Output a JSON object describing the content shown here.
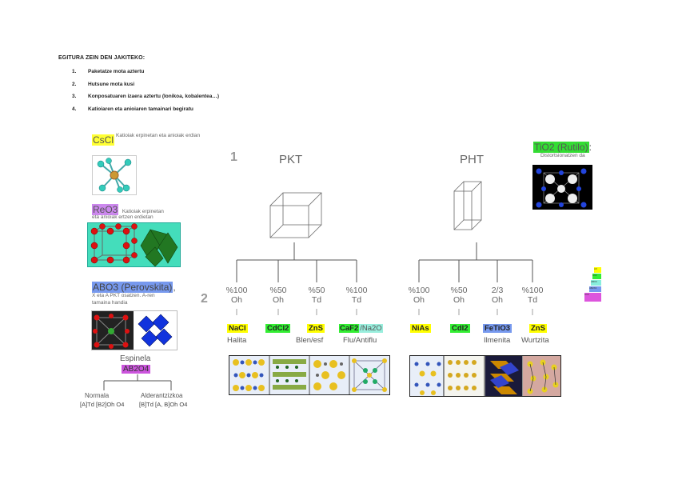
{
  "intro": {
    "title": "EGITURA ZEIN DEN JAKITEKO:",
    "steps": [
      {
        "num": "1.",
        "text": "Paketatze mota aztertu"
      },
      {
        "num": "2.",
        "text": "Hutsune mota kusi"
      },
      {
        "num": "3.",
        "text": "Konposatuaren izaera aztertu (Ionikoa, kobalentea…)"
      },
      {
        "num": "4.",
        "text": "Katioiaren eta anioiaren tamainari begiratu"
      }
    ]
  },
  "left": {
    "cscl": {
      "name": "CsCl",
      "desc": "Katioiak erpinetan eta anioiak erdian",
      "color": "#ffff33"
    },
    "reo3": {
      "name": "ReO3",
      "desc1": "Katioiak erpinetan",
      "desc2": "eta anioiak ertzen erdietan",
      "color": "#cc88ee"
    },
    "abo3": {
      "name": "ABO3 (Perovskita)",
      "desc1": "X eta A PKT osatzen. A-ren",
      "desc2": "tamaina handia",
      "color": "#7799ee"
    },
    "spinel": {
      "title": "Espinela",
      "formula": "AB2O4",
      "color": "#cc55dd",
      "normal": "Normala",
      "normal_formula": "[A]Td [B2]Oh O4",
      "inverse": "Alderantzizkoa",
      "inverse_formula": "[B]Td [A, B]Oh O4"
    }
  },
  "right": {
    "tio2": {
      "name": "TiO2 (Rutilo)",
      "suffix": ":",
      "desc": "Distortsionatzen da",
      "color": "#33dd33"
    }
  },
  "diagram": {
    "row1": "1",
    "row2": "2",
    "pkt": {
      "title": "PKT",
      "sites": [
        {
          "pct": "%100",
          "hole": "Oh",
          "comp": "NaCl",
          "comp_color": "#ffff00",
          "extra": "",
          "extra_color": "",
          "mineral": "Halita"
        },
        {
          "pct": "%50",
          "hole": "Oh",
          "comp": "CdCl2",
          "comp_color": "#33ee33",
          "extra": "",
          "extra_color": "",
          "mineral": ""
        },
        {
          "pct": "%50",
          "hole": "Td",
          "comp": "ZnS",
          "comp_color": "#ffff00",
          "extra": "",
          "extra_color": "",
          "mineral": "Blen/esf"
        },
        {
          "pct": "%100",
          "hole": "Td",
          "comp": "CaF2",
          "comp_color": "#33ee33",
          "extra": "/Na2O",
          "extra_color": "#99eedd",
          "mineral": "Flu/Antiflu"
        }
      ]
    },
    "pht": {
      "title": "PHT",
      "sites": [
        {
          "pct": "%100",
          "hole": "Oh",
          "comp": "NiAs",
          "comp_color": "#ffff00",
          "mineral": ""
        },
        {
          "pct": "%50",
          "hole": "Oh",
          "comp": "CdI2",
          "comp_color": "#33ee33",
          "mineral": ""
        },
        {
          "pct": "2/3",
          "hole": "Oh",
          "comp": "FeTiO3",
          "comp_color": "#7799ee",
          "mineral": "Ilmenita"
        },
        {
          "pct": "%100",
          "hole": "Td",
          "comp": "ZnS",
          "comp_color": "#ffff00",
          "mineral": "Wurtzita"
        }
      ]
    }
  },
  "legend_swatches": [
    {
      "text": "AX",
      "color": "#ffff00"
    },
    {
      "text": "AX2",
      "color": "#33ee33"
    },
    {
      "text": "ABX3",
      "color": "#88eedd"
    },
    {
      "text": "AB2X4",
      "color": "#7799ee"
    },
    {
      "text": "AX3",
      "color": "#dd55dd"
    }
  ]
}
